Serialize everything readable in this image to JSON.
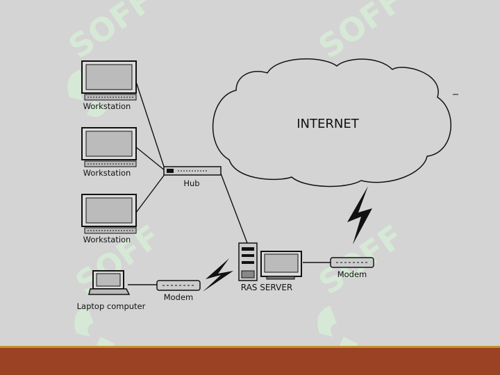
{
  "slide": {
    "background_color": "#d4d4d4",
    "footer_bar_color": "#9a4223",
    "footer_line_color": "#c8902e"
  },
  "watermark": {
    "text": "SOFF",
    "color": "#d8ecd8"
  },
  "diagram": {
    "cloud_label": "INTERNET",
    "workstation_labels": [
      "Workstation",
      "Workstation",
      "Workstation"
    ],
    "hub_label": "Hub",
    "server_label": "RAS SERVER",
    "modem_right_label": "Modem",
    "modem_left_label": "Modem",
    "laptop_label": "Laptop computer"
  }
}
